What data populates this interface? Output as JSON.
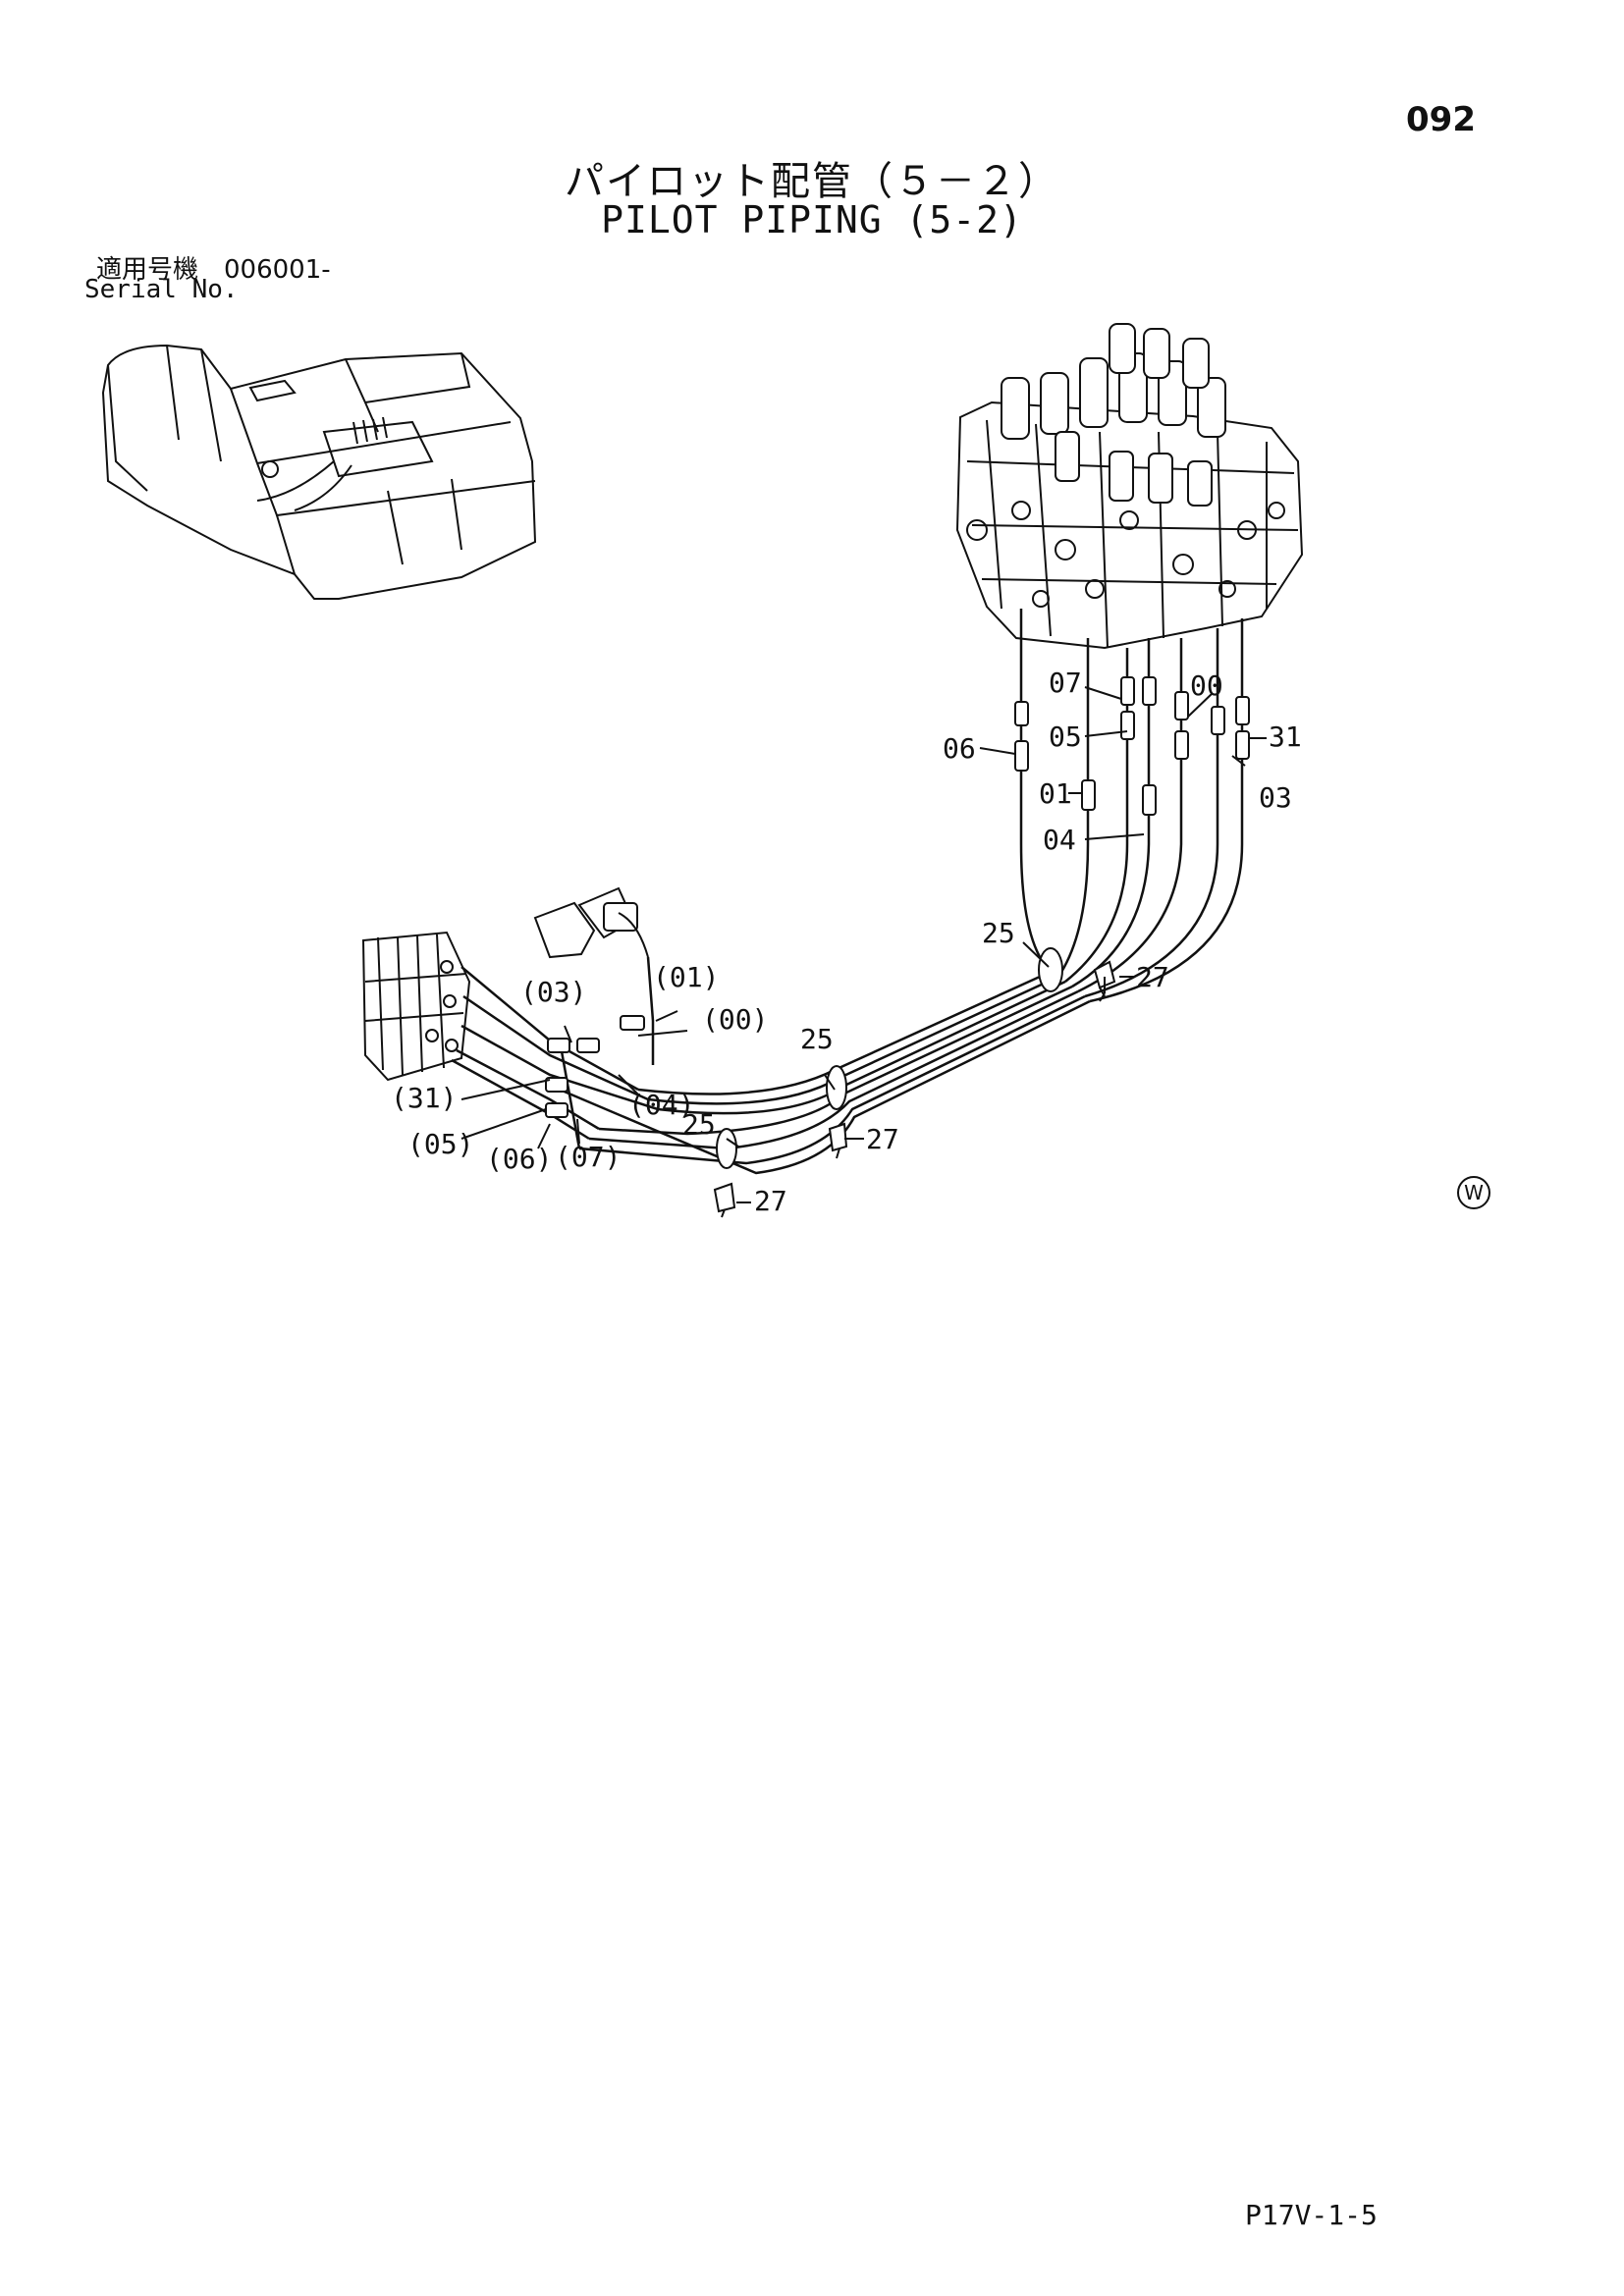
{
  "page_number": "092",
  "title_jp": "パイロット配管（５－２）",
  "title_en": "PILOT PIPING (5-2)",
  "serial": {
    "jp": "適用号機　006001-",
    "en": "Serial No."
  },
  "footer_code": "P17V-1-5",
  "watermark_symbol": "W",
  "callouts": {
    "c07": "07",
    "c00": "00",
    "c05": "05",
    "c06": "06",
    "c31": "31",
    "c01": "01",
    "c03": "03",
    "c04": "04",
    "c25a": "25",
    "c27a": "27",
    "p01": "(01)",
    "p03": "(03)",
    "p00": "(00)",
    "c25b": "25",
    "p31": "(31)",
    "p04": "(04)",
    "c25c": "25",
    "c27b": "27",
    "p05": "(05)",
    "p06": "(06)",
    "p07": "(07)",
    "c27c": "27"
  }
}
